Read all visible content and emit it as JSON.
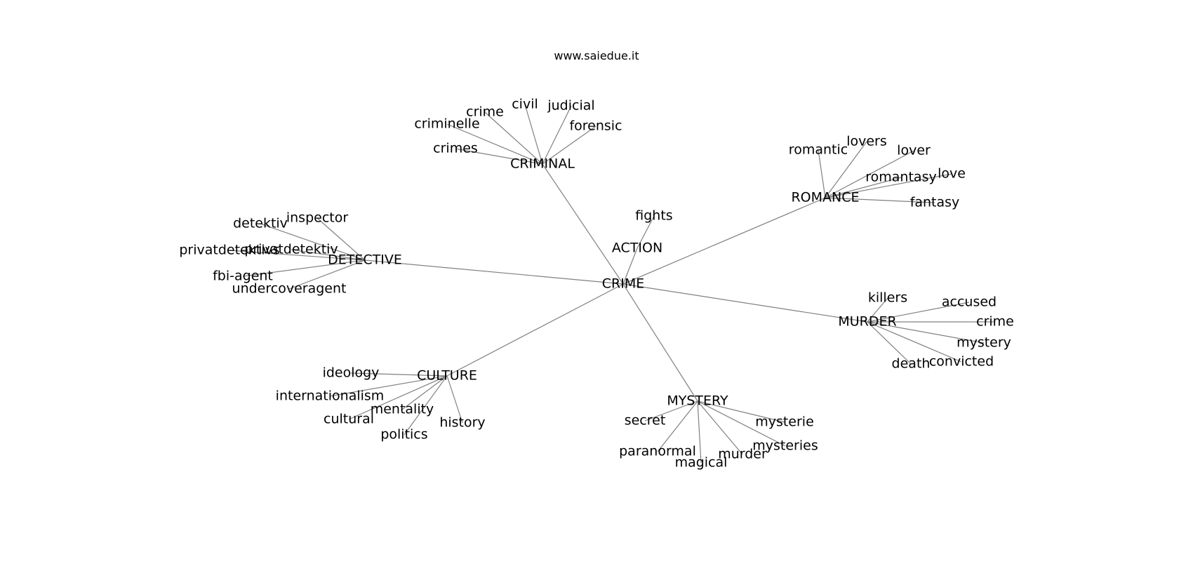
{
  "header": {
    "url": "www.saiedue.it"
  },
  "graph": {
    "root": "CRIME",
    "nodes": [
      {
        "id": "CRIME",
        "label": "CRIME"
      },
      {
        "id": "ACTION",
        "label": "ACTION"
      },
      {
        "id": "fights",
        "label": "fights"
      },
      {
        "id": "CRIMINAL",
        "label": "CRIMINAL"
      },
      {
        "id": "crime_c",
        "label": "crime"
      },
      {
        "id": "civil",
        "label": "civil"
      },
      {
        "id": "judicial",
        "label": "judicial"
      },
      {
        "id": "criminelle",
        "label": "criminelle"
      },
      {
        "id": "forensic",
        "label": "forensic"
      },
      {
        "id": "crimes",
        "label": "crimes"
      },
      {
        "id": "ROMANCE",
        "label": "ROMANCE"
      },
      {
        "id": "romantic",
        "label": "romantic"
      },
      {
        "id": "lovers",
        "label": "lovers"
      },
      {
        "id": "lover",
        "label": "lover"
      },
      {
        "id": "romantasy",
        "label": "romantasy"
      },
      {
        "id": "love",
        "label": "love"
      },
      {
        "id": "fantasy",
        "label": "fantasy"
      },
      {
        "id": "DETECTIVE",
        "label": "DETECTIVE"
      },
      {
        "id": "inspector",
        "label": "inspector"
      },
      {
        "id": "detektiv",
        "label": "detektiv"
      },
      {
        "id": "privatdetektiv",
        "label": "privatdetektiv"
      },
      {
        "id": "privatdetektivs",
        "label": "privatdetektivs"
      },
      {
        "id": "fbi_agent",
        "label": "fbi-agent"
      },
      {
        "id": "undercoveragent",
        "label": "undercoveragent"
      },
      {
        "id": "MURDER",
        "label": "MURDER"
      },
      {
        "id": "killers",
        "label": "killers"
      },
      {
        "id": "accused",
        "label": "accused"
      },
      {
        "id": "crime_m",
        "label": "crime"
      },
      {
        "id": "mystery_m",
        "label": "mystery"
      },
      {
        "id": "convicted",
        "label": "convicted"
      },
      {
        "id": "death",
        "label": "death"
      },
      {
        "id": "CULTURE",
        "label": "CULTURE"
      },
      {
        "id": "ideology",
        "label": "ideology"
      },
      {
        "id": "internationalism",
        "label": "internationalism"
      },
      {
        "id": "mentality",
        "label": "mentality"
      },
      {
        "id": "cultural",
        "label": "cultural"
      },
      {
        "id": "politics",
        "label": "politics"
      },
      {
        "id": "history",
        "label": "history"
      },
      {
        "id": "MYSTERY",
        "label": "MYSTERY"
      },
      {
        "id": "secret",
        "label": "secret"
      },
      {
        "id": "mysterie",
        "label": "mysterie"
      },
      {
        "id": "mysteries",
        "label": "mysteries"
      },
      {
        "id": "paranormal",
        "label": "paranormal"
      },
      {
        "id": "magical",
        "label": "magical"
      },
      {
        "id": "murder_y",
        "label": "murder"
      }
    ],
    "edges": [
      [
        "CRIME",
        "ACTION"
      ],
      [
        "CRIME",
        "CRIMINAL"
      ],
      [
        "CRIME",
        "ROMANCE"
      ],
      [
        "CRIME",
        "DETECTIVE"
      ],
      [
        "CRIME",
        "MURDER"
      ],
      [
        "CRIME",
        "CULTURE"
      ],
      [
        "CRIME",
        "MYSTERY"
      ],
      [
        "ACTION",
        "fights"
      ],
      [
        "CRIMINAL",
        "crime_c"
      ],
      [
        "CRIMINAL",
        "civil"
      ],
      [
        "CRIMINAL",
        "judicial"
      ],
      [
        "CRIMINAL",
        "criminelle"
      ],
      [
        "CRIMINAL",
        "forensic"
      ],
      [
        "CRIMINAL",
        "crimes"
      ],
      [
        "ROMANCE",
        "romantic"
      ],
      [
        "ROMANCE",
        "lovers"
      ],
      [
        "ROMANCE",
        "lover"
      ],
      [
        "ROMANCE",
        "romantasy"
      ],
      [
        "ROMANCE",
        "love"
      ],
      [
        "ROMANCE",
        "fantasy"
      ],
      [
        "DETECTIVE",
        "inspector"
      ],
      [
        "DETECTIVE",
        "detektiv"
      ],
      [
        "DETECTIVE",
        "privatdetektiv"
      ],
      [
        "DETECTIVE",
        "privatdetektivs"
      ],
      [
        "DETECTIVE",
        "fbi_agent"
      ],
      [
        "DETECTIVE",
        "undercoveragent"
      ],
      [
        "MURDER",
        "killers"
      ],
      [
        "MURDER",
        "accused"
      ],
      [
        "MURDER",
        "crime_m"
      ],
      [
        "MURDER",
        "mystery_m"
      ],
      [
        "MURDER",
        "convicted"
      ],
      [
        "MURDER",
        "death"
      ],
      [
        "CULTURE",
        "ideology"
      ],
      [
        "CULTURE",
        "internationalism"
      ],
      [
        "CULTURE",
        "mentality"
      ],
      [
        "CULTURE",
        "cultural"
      ],
      [
        "CULTURE",
        "politics"
      ],
      [
        "CULTURE",
        "history"
      ],
      [
        "MYSTERY",
        "secret"
      ],
      [
        "MYSTERY",
        "mysterie"
      ],
      [
        "MYSTERY",
        "mysteries"
      ],
      [
        "MYSTERY",
        "paranormal"
      ],
      [
        "MYSTERY",
        "magical"
      ],
      [
        "MYSTERY",
        "murder_y"
      ]
    ]
  }
}
